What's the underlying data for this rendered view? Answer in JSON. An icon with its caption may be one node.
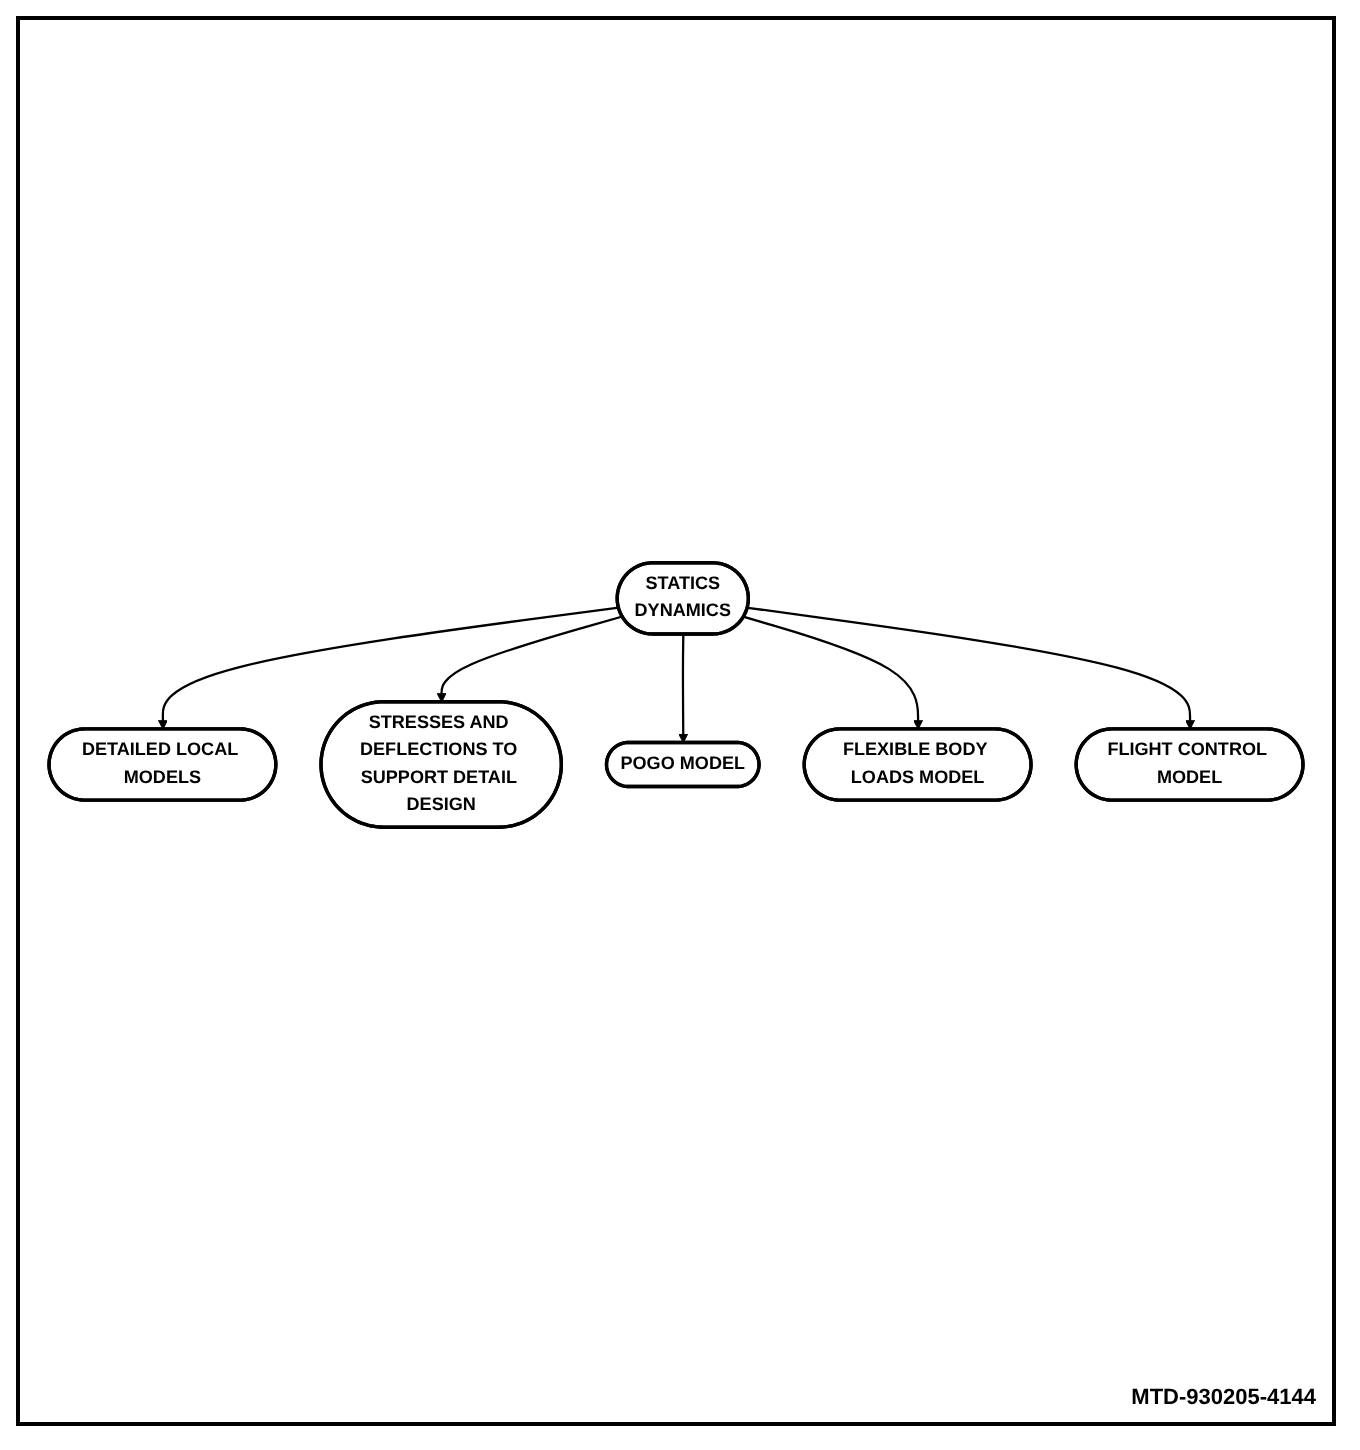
{
  "diagram": {
    "nodes": [
      {
        "text": [
          "DETAILED LOCAL MODELS"
        ]
      },
      {
        "text": [
          "STRESSES AND DEFLECTIONS TO SUPPORT DETAIL DESIGN"
        ]
      },
      {
        "text": [
          "STATICS",
          "DYNAMICS"
        ]
      },
      {
        "text": [
          "POGO MODEL"
        ]
      },
      {
        "text": [
          "FLIGHT CONTROL MODEL"
        ]
      },
      {
        "text": [
          "FLEXIBLE BODY LOADS MODEL"
        ]
      }
    ],
    "edges": [
      {
        "from": 2,
        "to": 0,
        "arrow": "to"
      },
      {
        "from": 2,
        "to": 1,
        "arrow": "to"
      },
      {
        "from": 2,
        "to": 3,
        "arrow": "to"
      },
      {
        "from": 2,
        "to": 5,
        "arrow": "to"
      },
      {
        "from": 2,
        "to": 4,
        "arrow": "to"
      }
    ],
    "labels": [
      "MTD-930205-4144"
    ]
  }
}
